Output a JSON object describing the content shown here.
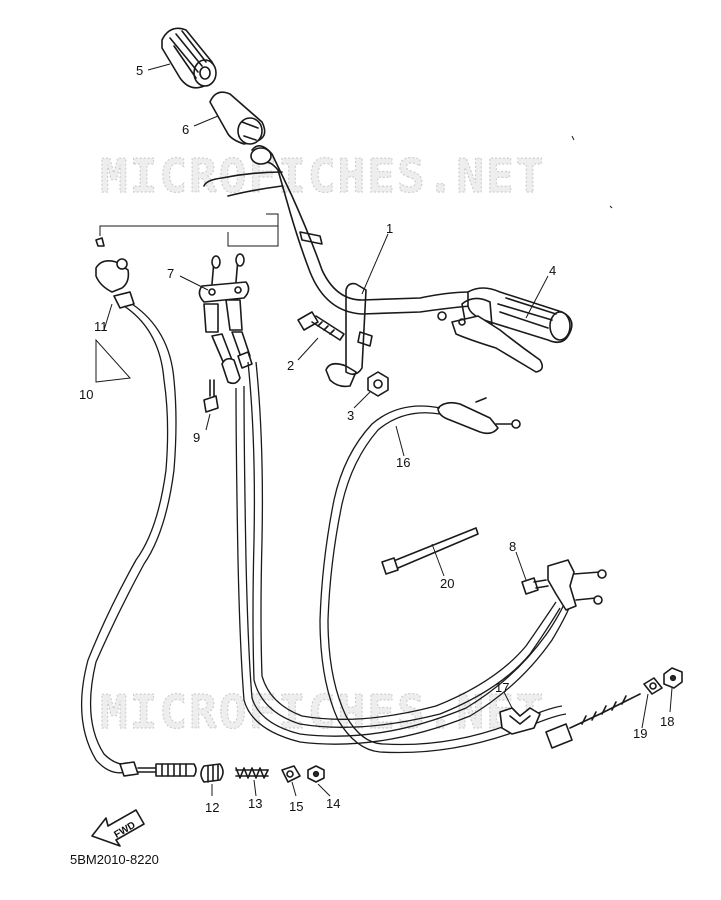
{
  "watermark": "MICROFICHES.NET",
  "diagram_code": "5BM2010-8220",
  "fwd_label": "FWD",
  "callouts": {
    "c1": "1",
    "c2": "2",
    "c3": "3",
    "c4": "4",
    "c5": "5",
    "c6": "6",
    "c7": "7",
    "c8": "8",
    "c9": "9",
    "c10": "10",
    "c11": "11",
    "c12": "12",
    "c13": "13",
    "c14": "14",
    "c15": "15",
    "c16": "16",
    "c17": "17",
    "c18": "18",
    "c19": "19",
    "c20": "20"
  },
  "colors": {
    "line": "#1a1a1a",
    "background": "#ffffff",
    "watermark": "#cfcfcf"
  }
}
